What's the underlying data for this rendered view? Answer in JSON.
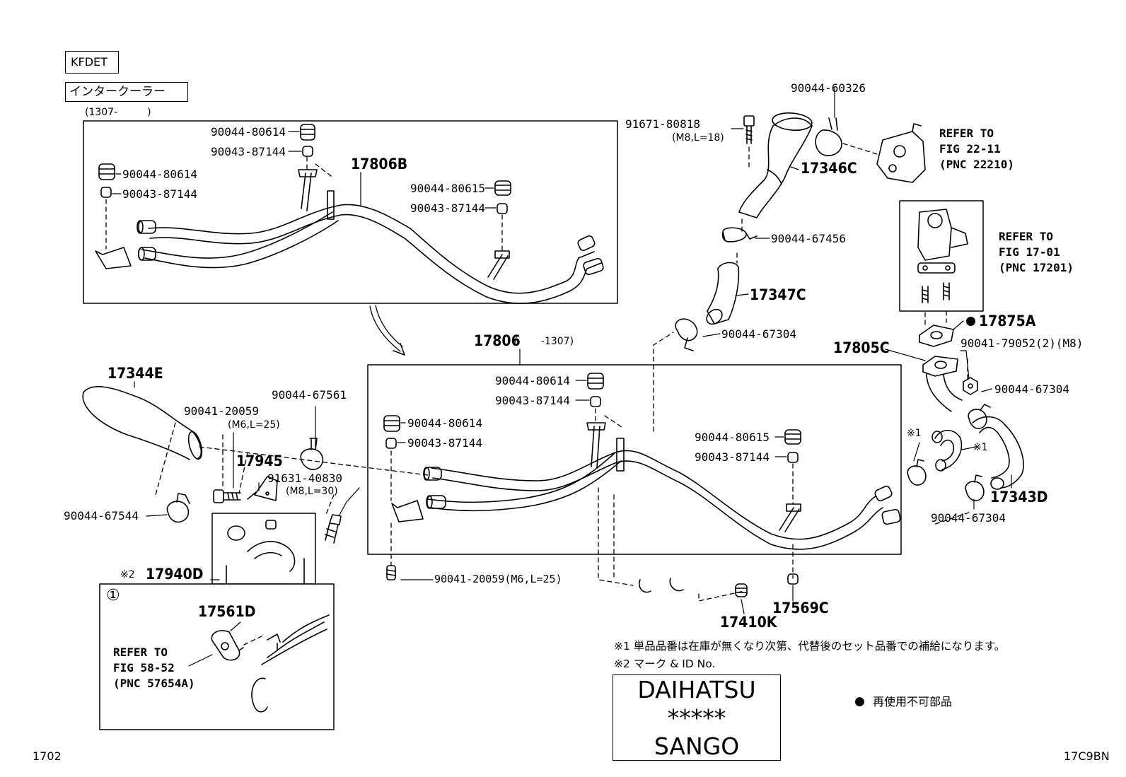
{
  "header": {
    "engine_code": "KFDET",
    "title": "インタークーラー",
    "date_range": "(1307-　　　)"
  },
  "inset_diagram": {
    "callouts": [
      {
        "id": "a1",
        "text": "90044-80614"
      },
      {
        "id": "a2",
        "text": "90043-87144"
      },
      {
        "id": "a3",
        "text": "90044-80614"
      },
      {
        "id": "a4",
        "text": "90043-87144"
      },
      {
        "id": "a5",
        "text": "17806B"
      },
      {
        "id": "a6",
        "text": "90044-80615"
      },
      {
        "id": "a7",
        "text": "90043-87144"
      }
    ]
  },
  "main_diagram": {
    "part_number": "17806",
    "date_range": "( 　　-1307)",
    "callouts": [
      {
        "id": "b1",
        "text": "90044-80614"
      },
      {
        "id": "b2",
        "text": "90043-87144"
      },
      {
        "id": "b3",
        "text": "90044-80614"
      },
      {
        "id": "b4",
        "text": "90043-87144"
      },
      {
        "id": "b5",
        "text": "90044-80615"
      },
      {
        "id": "b6",
        "text": "90043-87144"
      },
      {
        "id": "b7",
        "text": "90041-20059(M6,L=25)"
      }
    ]
  },
  "parts": [
    {
      "id": "p1",
      "text": "90044-60326"
    },
    {
      "id": "p2",
      "text": "91671-80818"
    },
    {
      "id": "p3",
      "text": "(M8,L=18)"
    },
    {
      "id": "p4",
      "text": "17346C"
    },
    {
      "id": "p5",
      "text": "90044-67456"
    },
    {
      "id": "p6",
      "text": "17347C"
    },
    {
      "id": "p7",
      "text": "90044-67304"
    },
    {
      "id": "p8",
      "text": "17875A"
    },
    {
      "id": "p9",
      "text": "17805C"
    },
    {
      "id": "p10",
      "text": "90041-79052(2)(M8)"
    },
    {
      "id": "p11",
      "text": "90044-67304"
    },
    {
      "id": "p12",
      "text": "※1"
    },
    {
      "id": "p13",
      "text": "※1"
    },
    {
      "id": "p14",
      "text": "17343D"
    },
    {
      "id": "p15",
      "text": "90044-67304"
    },
    {
      "id": "p16",
      "text": "17344E"
    },
    {
      "id": "p17",
      "text": "90041-20059"
    },
    {
      "id": "p18",
      "text": "(M6,L=25)"
    },
    {
      "id": "p19",
      "text": "90044-67561"
    },
    {
      "id": "p20",
      "text": "17945"
    },
    {
      "id": "p21",
      "text": "91631-40830"
    },
    {
      "id": "p22",
      "text": "(M8,L=30)"
    },
    {
      "id": "p23",
      "text": "90044-67544"
    },
    {
      "id": "p24",
      "text": "※2"
    },
    {
      "id": "p25",
      "text": "17940D"
    },
    {
      "id": "p26",
      "text": "17410K"
    },
    {
      "id": "p27",
      "text": "17569C"
    }
  ],
  "references": [
    {
      "id": "r1",
      "lines": [
        "REFER TO",
        "FIG 22-11",
        "(PNC 22210)"
      ]
    },
    {
      "id": "r2",
      "lines": [
        "REFER TO",
        "FIG 17-01",
        "(PNC 17201)"
      ]
    },
    {
      "id": "r3",
      "lines": [
        "REFER TO",
        "FIG 58-52",
        "(PNC 57654A)"
      ]
    }
  ],
  "detail_view": {
    "marker": "①",
    "part": "17561D"
  },
  "notes": {
    "note1": "※1 単品品番は在庫が無くなり次第、代替後のセット品番での補給になります。",
    "note2": "※2 マーク & ID No."
  },
  "stamp_mark": [
    "DAIHATSU",
    "*****",
    "SANGO"
  ],
  "legend": {
    "symbol": "●",
    "text": "再使用不可部品"
  },
  "footer": {
    "page_code": "1702",
    "figure_id": "17C9BN"
  }
}
